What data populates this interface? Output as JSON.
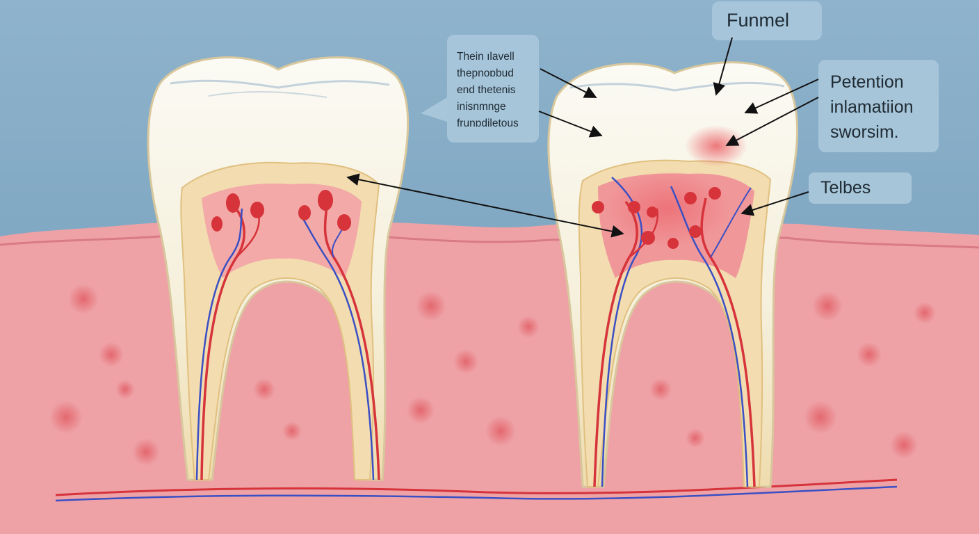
{
  "colors": {
    "sky": "#7fa8c4",
    "gum": "#f1a3a6",
    "tissue": "#efb4b6",
    "enamel": "#f7f3e8",
    "dentin": "#f2dcb0",
    "pulp": "#f2aaa8",
    "artery": "#d6333a",
    "vein": "#3a4fc4",
    "callout_bg": "#a8c6da",
    "callout_text": "#1f2a33"
  },
  "labels": {
    "left_note": [
      "Thein ılavell",
      "thepnoɒbud",
      "end thetenis",
      "inisnmnge",
      "frunɒdiletous"
    ],
    "funnel": "Funmel",
    "inflammation": [
      "Petention",
      "inlamatiion",
      "sworsim."
    ],
    "tubules": "Telbes"
  },
  "icons": {
    "healthy_tooth": "molar-cross-section",
    "inflamed_tooth": "inflamed-molar-cross-section"
  }
}
